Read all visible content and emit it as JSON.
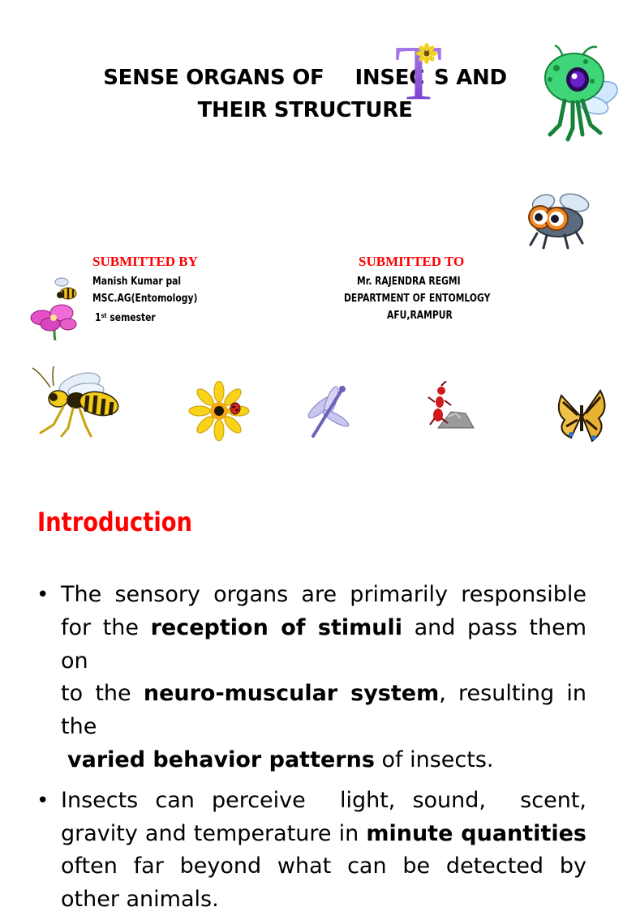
{
  "title": {
    "line1_a": "SENSE ORGANS OF",
    "line1_b": "INSEC",
    "line1_c": "S AND",
    "line2": "THEIR STRUCTURE",
    "big_letter": "T"
  },
  "submitted_by": {
    "heading": "SUBMITTED BY",
    "name": "Manish Kumar pal",
    "course": "MSC.AG(Entomology)",
    "semester_num": "1",
    "semester_sup": "st",
    "semester_word": "semester"
  },
  "submitted_to": {
    "heading": "SUBMITTED TO",
    "name": "Mr. RAJENDRA REGMI",
    "department": "DEPARTMENT OF ENTOMLOGY",
    "place": "AFU,RAMPUR"
  },
  "intro": {
    "heading": "Introduction",
    "b1": {
      "l1": "The sensory organs are primarily responsible",
      "l2a": "for the ",
      "l2b": "reception of stimuli",
      "l2c": " and pass them on",
      "l3a": "to the ",
      "l3b": "neuro-muscular system",
      "l3c": ", resulting in the",
      "l4b": "varied behavior patterns",
      "l4c": " of insects."
    },
    "b2": {
      "l1": "Insects can perceive  light, sound,  scent,",
      "l2a": "gravity and temperature in ",
      "l2b": "minute quantities",
      "l3": "often far beyond what can be detected by",
      "l4": "other animals."
    }
  },
  "icons": [
    "cartoon-bug-icon",
    "cartoon-fly-icon",
    "bee-on-flower-icon",
    "wasp-icon",
    "sunflower-ladybug-icon",
    "dragonfly-icon",
    "ant-on-rock-icon",
    "butterfly-icon"
  ],
  "colors": {
    "accent_red": "#ff0000",
    "title_T": "#8a4fd8"
  }
}
